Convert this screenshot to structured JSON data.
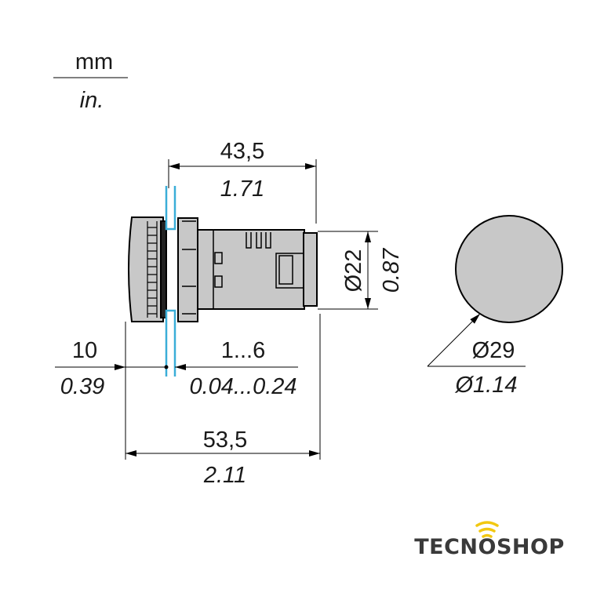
{
  "units": {
    "metric": "mm",
    "imperial": "in."
  },
  "dimensions": {
    "body_length": {
      "mm": "43,5",
      "in": "1.71"
    },
    "body_diameter": {
      "mm": "Ø22",
      "in": "0.87"
    },
    "head_diameter": {
      "mm": "Ø29",
      "in": "Ø1.14"
    },
    "head_depth": {
      "mm": "10",
      "in": "0.39"
    },
    "panel_thickness": {
      "mm": "1...6",
      "in": "0.04...0.24"
    },
    "overall_length": {
      "mm": "53,5",
      "in": "2.11"
    }
  },
  "logo": {
    "text": "TECNOSHOP"
  },
  "colors": {
    "panel": "#3aaed8",
    "body": "#c8c8c8",
    "logo_accent": "#f2c811",
    "logo_text": "#3a3a3a"
  }
}
